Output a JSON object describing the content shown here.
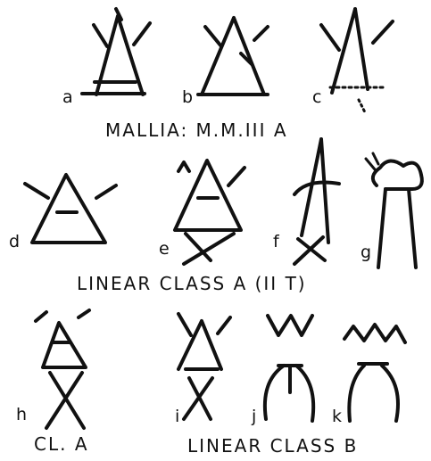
{
  "captions": {
    "row1": "MALLIA:  M.M.III A",
    "row2": "LINEAR CLASS A (II T)",
    "row3_left": "CL. A",
    "row3_right": "LINEAR CLASS B"
  },
  "labels": [
    "a",
    "b",
    "c",
    "d",
    "e",
    "f",
    "g",
    "h",
    "i",
    "j",
    "k"
  ]
}
